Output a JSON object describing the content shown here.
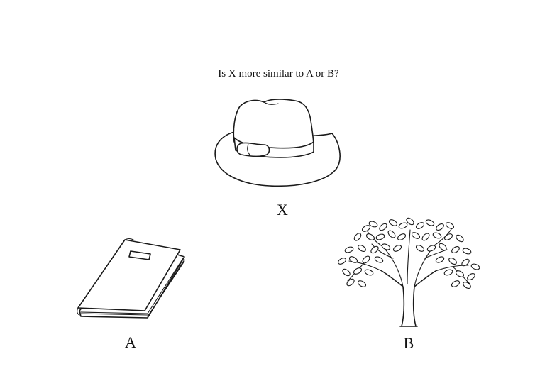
{
  "prompt": {
    "question": "Is X more similar to A or B?"
  },
  "items": {
    "x": {
      "label": "X",
      "icon": "hat-icon"
    },
    "a": {
      "label": "A",
      "icon": "book-icon"
    },
    "b": {
      "label": "B",
      "icon": "tree-icon"
    }
  }
}
